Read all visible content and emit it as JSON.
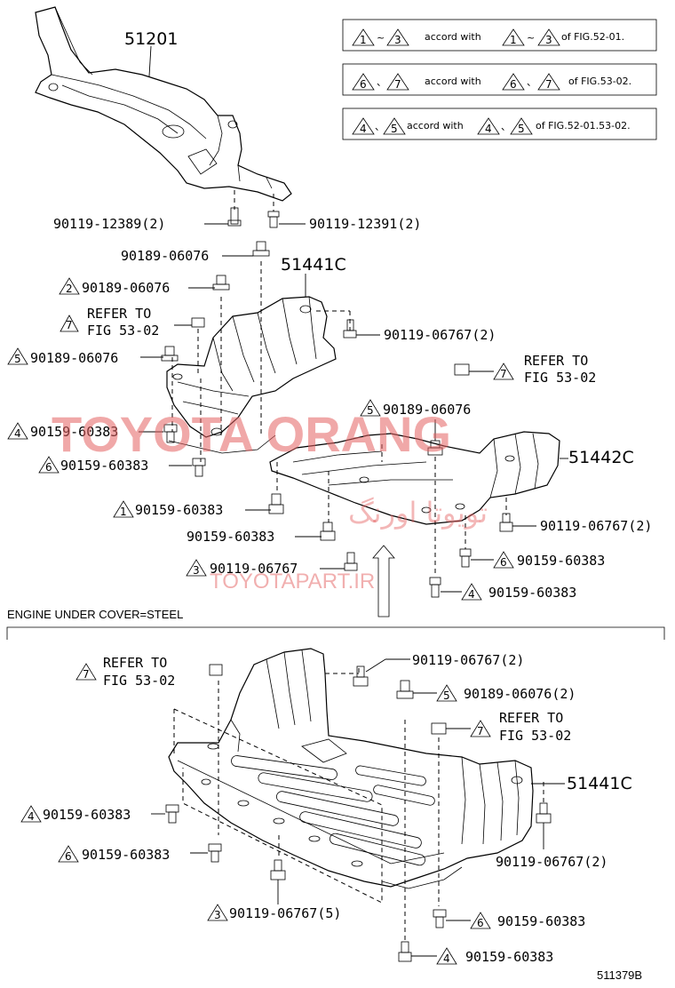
{
  "notes": [
    {
      "tri_a": "1",
      "sep": "~",
      "tri_b": "3",
      "text": "accord with",
      "tri_c": "1",
      "sep2": "~",
      "tri_d": "3",
      "ref": "of FIG.52-01."
    },
    {
      "tri_a": "6",
      "sep": "、",
      "tri_b": "7",
      "text": "accord with",
      "tri_c": "6",
      "sep2": "、",
      "tri_d": "7",
      "ref": "of FIG.53-02."
    },
    {
      "tri_a": "4",
      "sep": "、",
      "tri_b": "5",
      "text": "accord with",
      "tri_c": "4",
      "sep2": "、",
      "tri_d": "5",
      "ref": "of FIG.52-01.53-02."
    }
  ],
  "part_numbers": {
    "p51201": "51201",
    "p51441c_top": "51441C",
    "p51442c": "51442C",
    "p51441c_bottom": "51441C"
  },
  "labels": {
    "l1": "90119-12389(2)",
    "l2": "90119-12391(2)",
    "l3": "90189-06076",
    "l4": "90189-06076",
    "l5a": "REFER TO",
    "l5b": "FIG 53-02",
    "l6": "90119-06767(2)",
    "l7": "90189-06076",
    "l8a": "REFER TO",
    "l8b": "FIG 53-02",
    "l9": "90189-06076",
    "l10": "90159-60383",
    "l11": "90159-60383",
    "l12": "90159-60383",
    "l13": "90119-06767(2)",
    "l14": "90159-60383",
    "l15": "90119-06767",
    "l16": "90159-60383",
    "l17": "90159-60383",
    "b1a": "REFER TO",
    "b1b": "FIG 53-02",
    "b2": "90119-06767(2)",
    "b3": "90189-06076(2)",
    "b4a": "REFER TO",
    "b4b": "FIG 53-02",
    "b5": "90159-60383",
    "b6": "90159-60383",
    "b7": "90119-06767(2)",
    "b8": "90119-06767(5)",
    "b9": "90159-60383",
    "b10": "90159-60383"
  },
  "triangles": {
    "t2": "2",
    "t7a": "7",
    "t5a": "5",
    "t7b": "7",
    "t5b": "5",
    "t4a": "4",
    "t6a": "6",
    "t1": "1",
    "t3": "3",
    "t6b": "6",
    "t4b": "4",
    "bt7a": "7",
    "bt5": "5",
    "bt7b": "7",
    "bt4": "4",
    "bt6a": "6",
    "bt3": "3",
    "bt6b": "6",
    "bt4b": "4"
  },
  "section_title": "ENGINE UNDER COVER=STEEL",
  "figure_code": "511379B",
  "watermark": {
    "brand": "TOYOTA ORANG",
    "url": "TOYOTAPART.IR",
    "persian": "تویوتا اورنگ"
  }
}
